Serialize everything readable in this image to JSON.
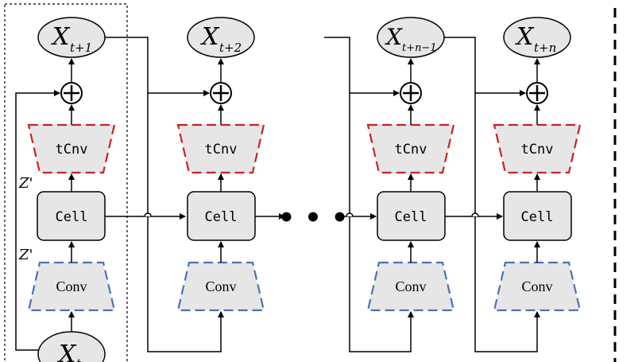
{
  "colors": {
    "node_fill": "#e6e6e6",
    "tcnv_border": "#cc2222",
    "conv_border": "#4a73b0",
    "line": "#000000"
  },
  "labels": {
    "cell": "Cell",
    "tcnv": "tCnv",
    "conv": "Conv",
    "plus": "+",
    "z_prime": "Z'",
    "ellipsis_dots": "• • •"
  },
  "outputs": [
    {
      "symbol": "X",
      "subscript": "t+1"
    },
    {
      "symbol": "X",
      "subscript": "t+2"
    },
    {
      "symbol": "X",
      "subscript": "t+n−1"
    },
    {
      "symbol": "X",
      "subscript": "t+n"
    }
  ],
  "input": {
    "symbol": "X",
    "subscript": "t"
  },
  "icons": {
    "adder": "circled-plus-icon",
    "arrow": "arrow-head-icon"
  }
}
